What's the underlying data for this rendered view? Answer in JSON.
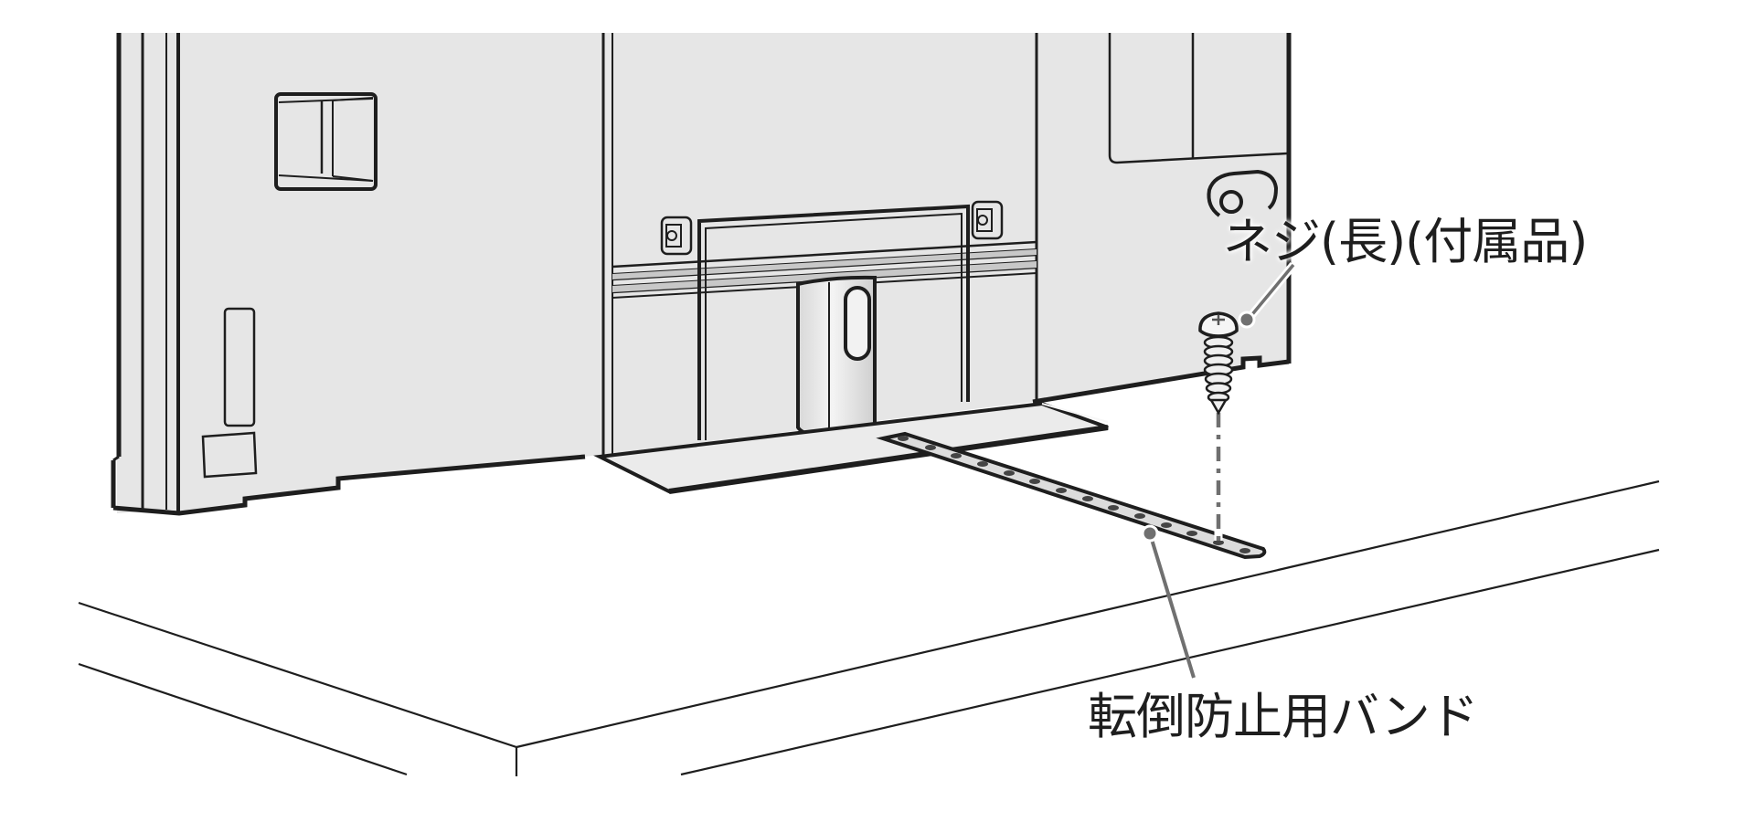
{
  "figure": {
    "subject": "Rear view of TV on stand with anti-tip band secured by screw",
    "colors": {
      "panel_fill": "#e6e6e6",
      "stand_fill": "#ebebeb",
      "band_fill": "#dcdcdc",
      "outline": "#1e1e1e",
      "leader_line": "#707070",
      "background": "#ffffff"
    }
  },
  "callouts": {
    "screw": {
      "text": "ネジ(長)(付属品)",
      "icon": "wood-screw-icon"
    },
    "band": {
      "text": "転倒防止用バンド",
      "icon": "anti-tip-band-icon"
    }
  }
}
